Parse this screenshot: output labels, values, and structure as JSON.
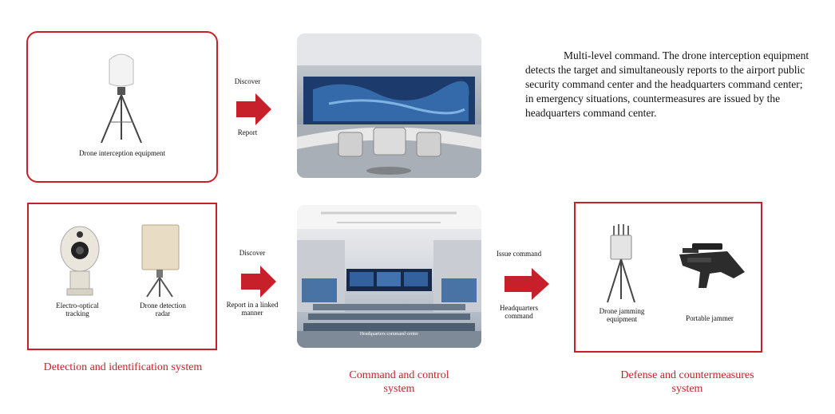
{
  "description": "Multi-level command. The drone interception equipment detects the target and simultaneously reports to the airport public security command center and the headquarters command center; in emergency situations, countermeasures are issued by the headquarters command center.",
  "top_row": {
    "equipment_label": "Drone interception equipment",
    "arrow_top": "Discover",
    "arrow_bottom": "Report"
  },
  "detection": {
    "eo_label": "Electro-optical tracking",
    "radar_label": "Drone detection radar",
    "caption": "Detection and identification system"
  },
  "link_arrow": {
    "top": "Discover",
    "bottom": "Report in a linked manner"
  },
  "command": {
    "room_label": "Headquarters command center",
    "caption": "Command and control system"
  },
  "issue_arrow": {
    "top": "Issue command",
    "bottom": "Headquarters command"
  },
  "defense": {
    "jamming_label": "Drone jamming equipment",
    "portable_label": "Portable jammer",
    "caption": "Defense and countermeasures system"
  },
  "colors": {
    "accent": "#c8202a",
    "arrow": "#c8202a"
  }
}
